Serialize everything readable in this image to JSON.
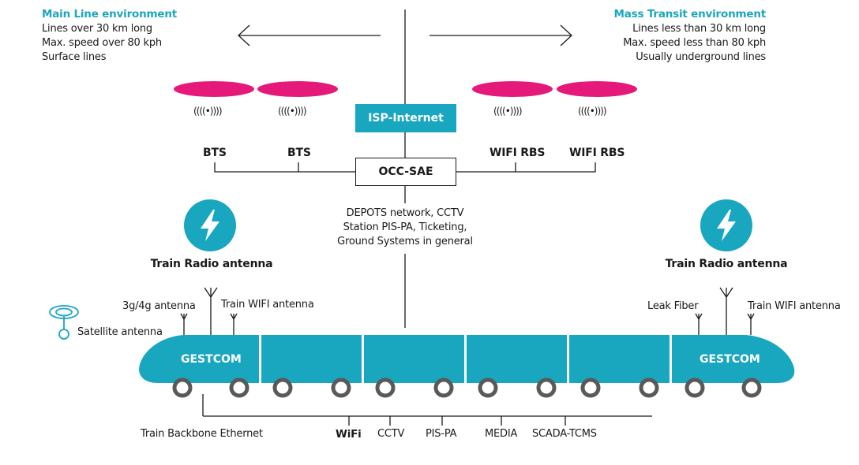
{
  "left_env": {
    "title": "Main Line environment",
    "lines": [
      "Lines over 30 km long",
      "Max. speed over 80 kph",
      "Surface lines"
    ]
  },
  "right_env": {
    "title": "Mass Transit environment",
    "lines": [
      "Lines less than 30 km long",
      "Max. speed less than 80 kph",
      "Usually underground lines"
    ]
  },
  "isp": "ISP-Internet",
  "occ": "OCC-SAE",
  "stations": [
    "BTS",
    "BTS",
    "WIFI RBS",
    "WIFI RBS"
  ],
  "depots": [
    "DEPOTS network, CCTV",
    "Station PIS-PA, Ticketing,",
    "Ground Systems in general"
  ],
  "train_radio": [
    "Train Radio antenna",
    "Train Radio antenna"
  ],
  "antennas": {
    "gsm": "3g/4g antenna",
    "wifi_left": "Train WIFI antenna",
    "satellite": "Satellite antenna",
    "leak": "Leak Fiber",
    "wifi_right": "Train WIFI antenna"
  },
  "gestcom": [
    "GESTCOM",
    "GESTCOM"
  ],
  "bottom": {
    "backbone": "Train Backbone Ethernet",
    "wifi": "WiFi",
    "cctv": "CCTV",
    "pispa": "PIS-PA",
    "media": "MEDIA",
    "scada": "SCADA-TCMS"
  },
  "colors": {
    "accent": "#19a6bf",
    "pink": "#e5197a",
    "wheel": "#595959",
    "line": "#1a1a1a"
  }
}
